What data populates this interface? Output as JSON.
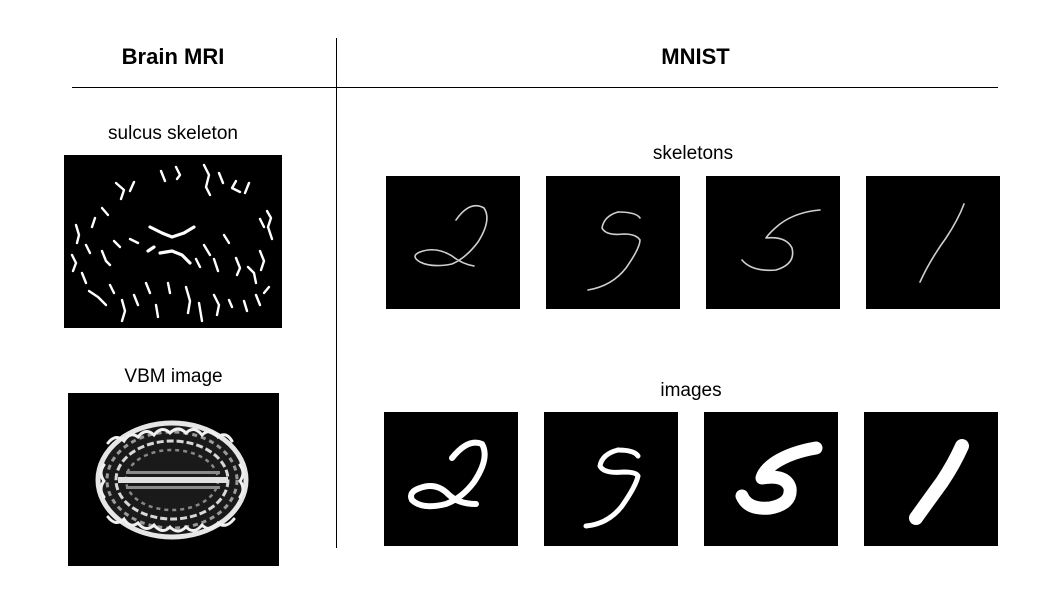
{
  "headers": {
    "left": "Brain MRI",
    "right": "MNIST"
  },
  "brain": {
    "skeleton_label": "sulcus skeleton",
    "vbm_label": "VBM image"
  },
  "mnist": {
    "skeletons_label": "skeletons",
    "images_label": "images",
    "digits": [
      "2",
      "9",
      "5",
      "1"
    ]
  },
  "colors": {
    "background": "#ffffff",
    "panel": "#000000",
    "stroke": "#ffffff",
    "line": "#000000"
  }
}
